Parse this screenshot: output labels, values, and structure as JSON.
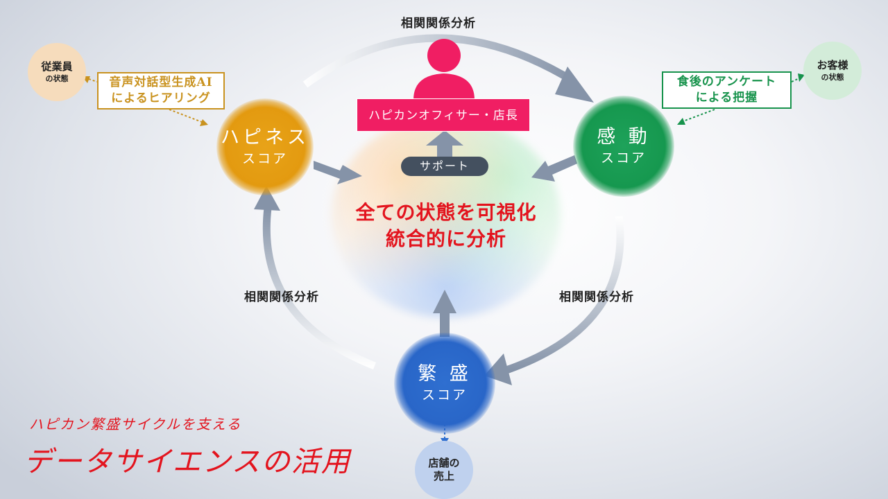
{
  "center": {
    "officer_label": "ハピカンオフィサー・店長",
    "support_label": "サポート",
    "main_line1": "全ての状態を可視化",
    "main_line2": "統合的に分析"
  },
  "scores": {
    "happiness": {
      "line1": "ハピネス",
      "line2": "スコア"
    },
    "kando": {
      "line1": "感 動",
      "line2": "スコア"
    },
    "hanjo": {
      "line1": "繁 盛",
      "line2": "スコア"
    }
  },
  "states": {
    "employee": {
      "line1": "従業員",
      "line2": "の状態"
    },
    "customer": {
      "line1": "お客様",
      "line2": "の状態"
    },
    "store": {
      "line1": "店舗の",
      "line2": "売上"
    }
  },
  "sources": {
    "ai_line1": "音声対話型生成AI",
    "ai_line2": "によるヒアリング",
    "survey_line1": "食後のアンケート",
    "survey_line2": "による把握"
  },
  "correlation": {
    "top": "相関関係分析",
    "left": "相関関係分析",
    "right": "相関関係分析"
  },
  "footer": {
    "subtitle": "ハピカン繁盛サイクルを支える",
    "title": "データサイエンスの活用"
  },
  "colors": {
    "happiness": "#e39a10",
    "kando": "#16984f",
    "hanjo": "#2966c8",
    "officer": "#f01e63",
    "accent_red": "#e3141e",
    "arrow": "#8593a8"
  },
  "icons": [
    "person-icon",
    "arrow-up-icon",
    "cycle-arrow-icon"
  ]
}
